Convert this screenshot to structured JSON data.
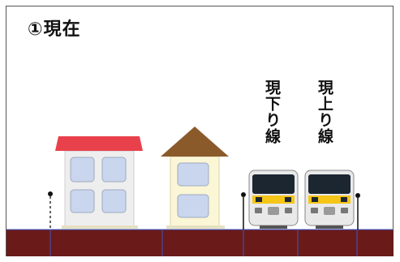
{
  "title": "①現在",
  "tracks": {
    "down_label": "現下り線",
    "up_label": "現上り線"
  },
  "colors": {
    "ground": "#6b1a1a",
    "ground_lines": "#3a57c7",
    "house_roof_red": "#e8414b",
    "house_roof_brown": "#8b5a2b",
    "house_wall_left": "#eeeeee",
    "house_wall_right": "#faf6d6",
    "window": "#c9d6ee",
    "train_body": "#e9e9e9",
    "train_stripe": "#f5c518",
    "train_window": "#1c2631"
  }
}
